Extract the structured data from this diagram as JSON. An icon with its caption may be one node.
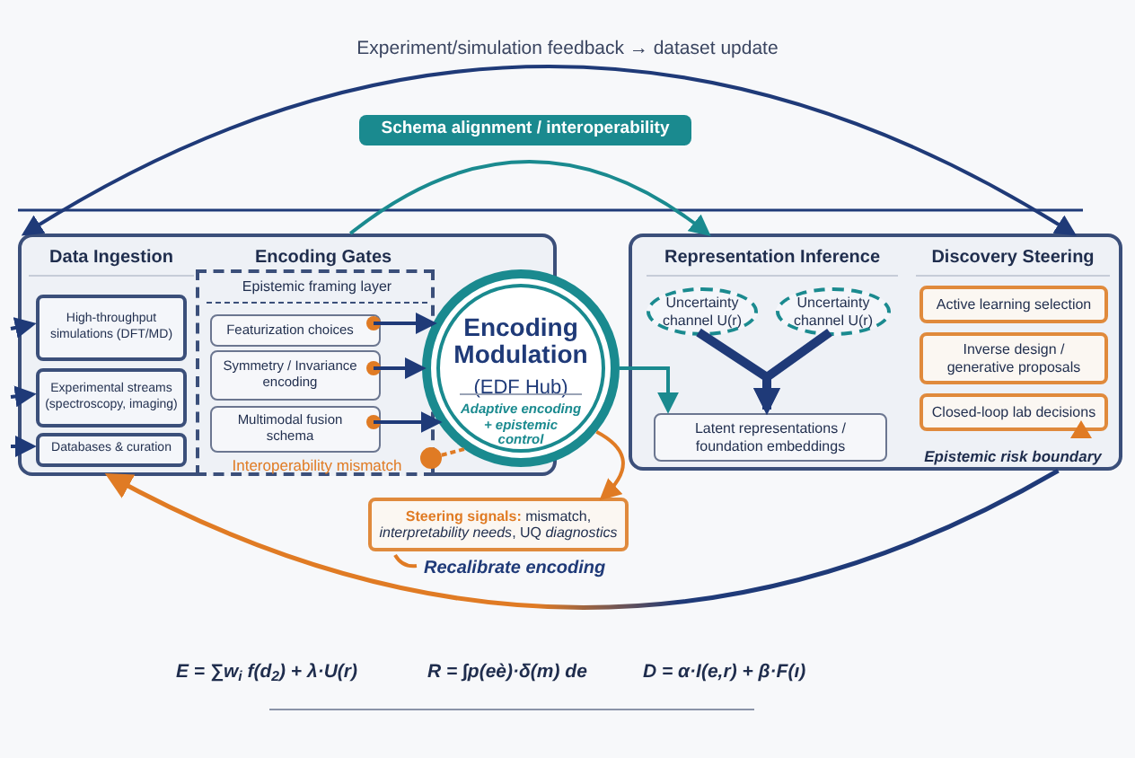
{
  "diagram": {
    "nodes": [
      {
        "text": [
          "Data Ingestion",
          "Encoding Gates"
        ]
      },
      {
        "text": [
          "High-throughput simulations (DFT/MD)"
        ],
        "in": 0
      },
      {
        "text": [
          "Experimental streams (spectroscopy, imaging)"
        ],
        "in": 0
      },
      {
        "text": [
          "Databases & curation"
        ],
        "in": 0
      },
      {
        "text": [
          "Epistemic framing layer",
          "Interoperability mismatch"
        ],
        "in": 0
      },
      {
        "text": [
          "Featurization choices"
        ],
        "in": 4
      },
      {
        "text": [
          "Symmetry / Invariance encoding"
        ],
        "in": 4
      },
      {
        "text": [
          "Multimodal fusion schema"
        ],
        "in": 4
      },
      {
        "text": [
          "Encoding Modulation",
          "(EDF Hub)",
          "Adaptive encoding + epistemic control"
        ]
      },
      {
        "text": [
          "Representation Inference",
          "Discovery Steering",
          "Epistemic risk boundary"
        ]
      },
      {
        "text": [
          "Uncertainty channel U(r)"
        ],
        "in": 9
      },
      {
        "text": [
          "Uncertainty channel U(r)"
        ],
        "in": 9
      },
      {
        "text": [
          "Latent representations / foundation embeddings"
        ],
        "in": 9
      },
      {
        "text": [
          "Active learning selection"
        ],
        "in": 9
      },
      {
        "text": [
          "Inverse design / generative proposals"
        ],
        "in": 9
      },
      {
        "text": [
          "Closed-loop lab decisions"
        ],
        "in": 9
      },
      {
        "text": [
          "**Steering signals:** mismatch, *interpretability needs*, UQ *diagnostics*"
        ],
        "beside": [
          "Recalibrate encoding"
        ]
      },
      {
        "text": [
          "Schema alignment / interoperability"
        ]
      }
    ],
    "edges": [
      {
        "from": 0,
        "to": 9,
        "arrow": "both",
        "label": "Experiment/simulation feedback → dataset update"
      },
      {
        "from": 0,
        "to": 9,
        "arrow": "to",
        "color": "#1a8a8f"
      },
      {
        "from": null,
        "to": 1,
        "arrow": "to"
      },
      {
        "from": null,
        "to": 2,
        "arrow": "to"
      },
      {
        "from": null,
        "to": 3,
        "arrow": "to"
      },
      {
        "from": 5,
        "to": 8,
        "arrow": "to"
      },
      {
        "from": 6,
        "to": 8,
        "arrow": "to"
      },
      {
        "from": 7,
        "to": 8,
        "arrow": "to"
      },
      {
        "from": 8,
        "to": 4,
        "arrow": "other",
        "style": "dashed",
        "color": "#e07b24"
      },
      {
        "from": 8,
        "to": 12,
        "arrow": "to",
        "color": "#1a8a8f"
      },
      {
        "from": 10,
        "to": 12,
        "arrow": "to",
        "style": "thick"
      },
      {
        "from": 11,
        "to": 12,
        "arrow": "to",
        "style": "thick"
      },
      {
        "from": 8,
        "to": 16,
        "arrow": "to",
        "color": "#e07b24"
      },
      {
        "from": 9,
        "to": 0,
        "arrow": "to",
        "color": "#e07b24"
      }
    ],
    "labels": [
      "E = ∑w$_{i}$ f(d$_{2}$) + λ·U(r)",
      "R = ∫p(eè)·δ(m) de",
      "D = α·I(e,r) + β·F(ı)"
    ]
  }
}
